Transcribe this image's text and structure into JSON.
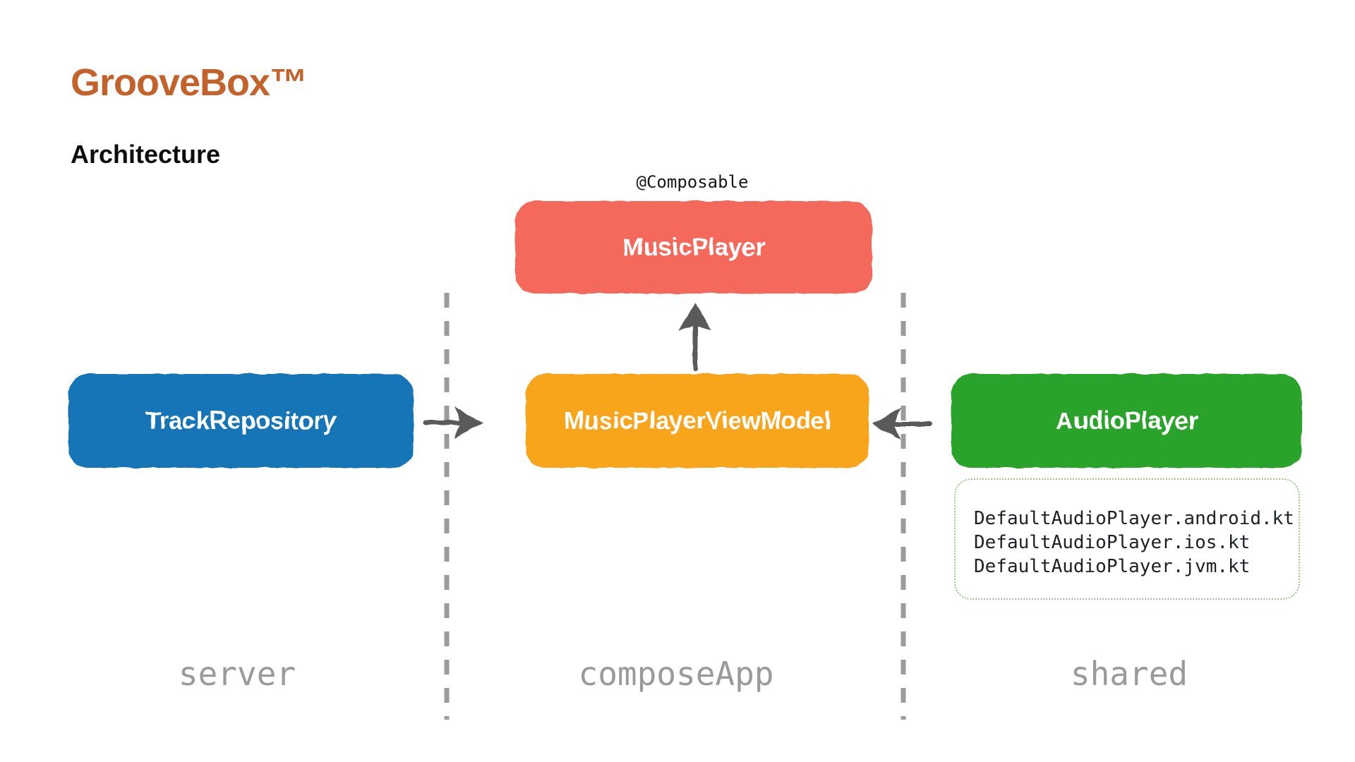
{
  "header": {
    "brand": "GrooveBox™",
    "title": "Architecture"
  },
  "annotation": "@Composable",
  "boxes": {
    "music_player": {
      "label": "MusicPlayer",
      "color": "#f4695b"
    },
    "track_repository": {
      "label": "TrackRepository",
      "color": "#1274b7"
    },
    "view_model": {
      "label": "MusicPlayerViewModel",
      "color": "#f9a51d"
    },
    "audio_player": {
      "label": "AudioPlayer",
      "color": "#2aa32a"
    }
  },
  "files": [
    "DefaultAudioPlayer.android.kt",
    "DefaultAudioPlayer.ios.kt",
    "DefaultAudioPlayer.jvm.kt"
  ],
  "sections": {
    "left": "server",
    "middle": "composeApp",
    "right": "shared"
  },
  "colors": {
    "brand_text": "#c4622c",
    "subtitle_text": "#0e0e0e",
    "arrow": "#5a5a5a",
    "divider_dash": "#9b9b9b",
    "section_label_text": "#9a9a9a",
    "file_text": "#1b2126",
    "files_border": "#9cc48f",
    "node_text": "#ffffff"
  }
}
